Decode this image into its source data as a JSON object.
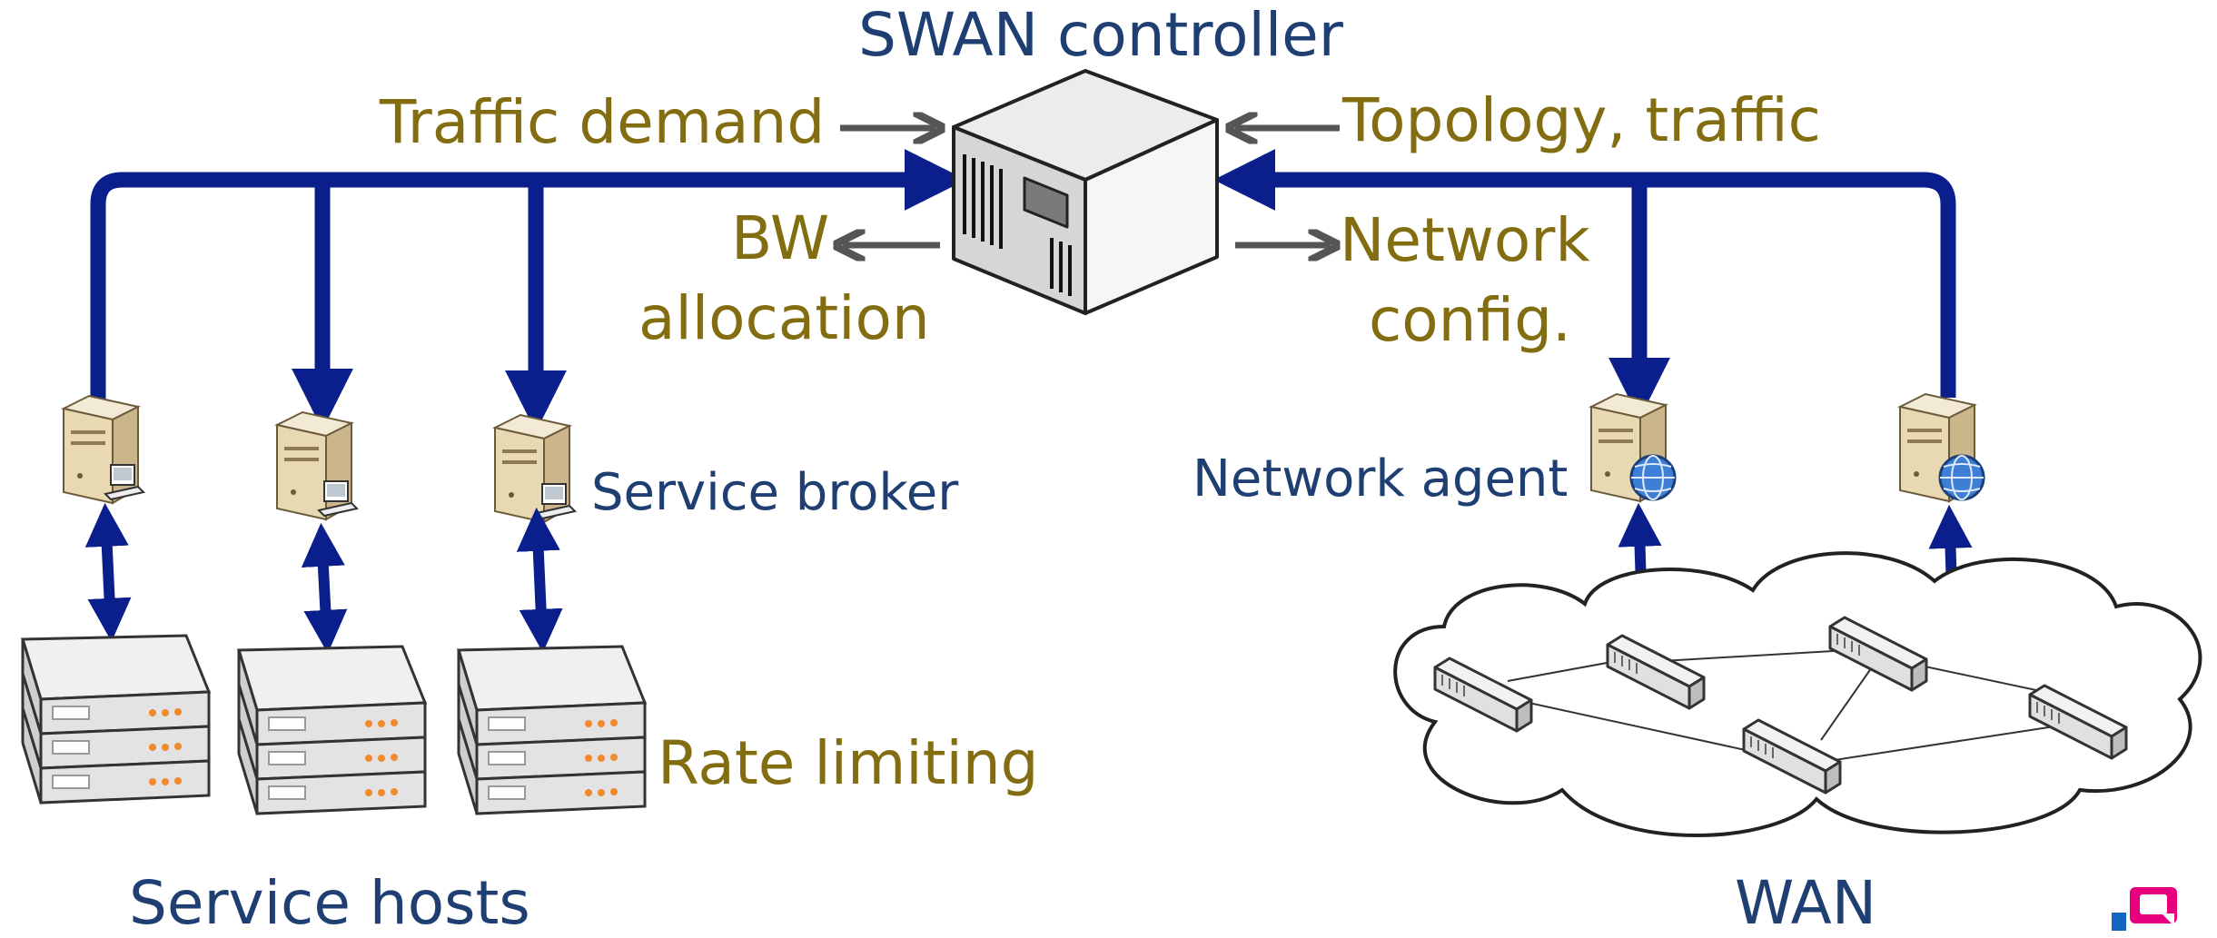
{
  "labels": {
    "controller": "SWAN controller",
    "traffic_demand": "Traffic demand",
    "topology_traffic": "Topology,  traffic",
    "bw": "BW",
    "allocation": "allocation",
    "network": "Network",
    "config": "config.",
    "service_broker": "Service broker",
    "network_agent": "Network agent",
    "rate_limiting": "Rate limiting",
    "service_hosts": "Service hosts",
    "wan": "WAN"
  },
  "colors": {
    "link_blue": "#0b1f8c",
    "text_blue": "#1f3f73",
    "text_gold": "#826d10",
    "arrow_gray": "#555555",
    "logo_blue": "#1565c0",
    "logo_pink": "#e6007e"
  }
}
